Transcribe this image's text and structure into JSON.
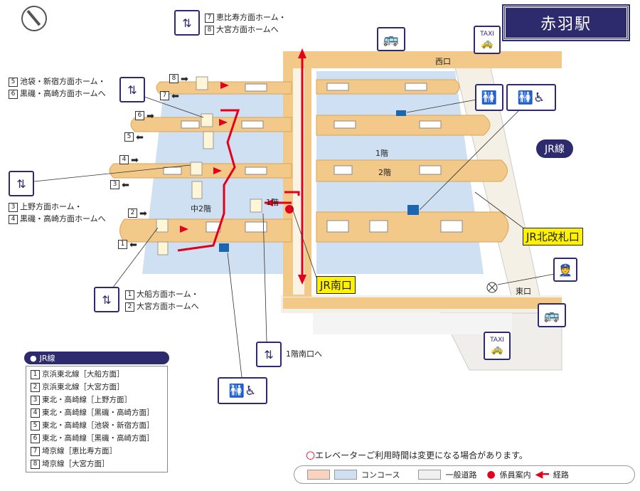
{
  "station_title": "赤羽駅",
  "exits": {
    "west": "西口",
    "east": "東口"
  },
  "floors": {
    "f1": "1階",
    "f2": "2階",
    "mezz": "中2階",
    "f1_small": "1階"
  },
  "tags": {
    "south_gate": "JR南口",
    "north_gate": "JR北改札口",
    "jr_line": "JR線"
  },
  "elevators": {
    "top": {
      "n1": "7",
      "t1": "恵比寿方面ホーム・",
      "n2": "8",
      "t2": "大宮方面ホームへ"
    },
    "left_upper": {
      "n1": "5",
      "t1": "池袋・新宿方面ホーム・",
      "n2": "6",
      "t2": "黒磯・高崎方面ホームへ"
    },
    "left_lower": {
      "n1": "3",
      "t1": "上野方面ホーム・",
      "n2": "4",
      "t2": "黒磯・高崎方面ホームへ"
    },
    "bottom": {
      "n1": "1",
      "t1": "大船方面ホーム・",
      "n2": "2",
      "t2": "大宮方面ホームへ"
    },
    "south": {
      "t1": "1階南口へ"
    }
  },
  "platform_numbers": [
    "8",
    "7",
    "6",
    "5",
    "4",
    "3",
    "2",
    "1"
  ],
  "icons": {
    "bus": "bus-icon",
    "taxi": "TAXI",
    "toilet": "toilet-icon",
    "staff": "staff-icon",
    "elevator": "elevator-icon",
    "escalator": "escalator-icon"
  },
  "legend": {
    "title": "JR線",
    "items": [
      {
        "n": "1",
        "t": "京浜東北線［大船方面］"
      },
      {
        "n": "2",
        "t": "京浜東北線［大宮方面］"
      },
      {
        "n": "3",
        "t": "東北・高崎線［上野方面］"
      },
      {
        "n": "4",
        "t": "東北・高崎線［黒磯・高崎方面］"
      },
      {
        "n": "5",
        "t": "東北・高崎線［池袋・新宿方面］"
      },
      {
        "n": "6",
        "t": "東北・高崎線［黒磯・高崎方面］"
      },
      {
        "n": "7",
        "t": "埼京線［恵比寿方面］"
      },
      {
        "n": "8",
        "t": "埼京線［大宮方面］"
      }
    ]
  },
  "note": "エレベーターご利用時間は変更になる場合があります。",
  "key": {
    "concourse": "コンコース",
    "road": "一般道路",
    "staff": "係員案内",
    "route": "経路"
  },
  "colors": {
    "navy": "#2d2a6e",
    "platform": "#f3c98a",
    "concourse": "#cfe0f2",
    "route": "#e2001a",
    "yellow": "#fff200"
  }
}
